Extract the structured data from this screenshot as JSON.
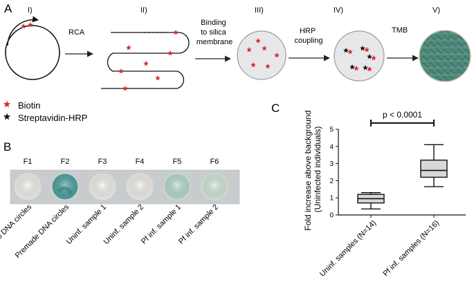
{
  "panelA": {
    "label": "A",
    "steps": [
      "I)",
      "II)",
      "III)",
      "IV)",
      "V)"
    ],
    "arrow_labels": {
      "rca": "RCA",
      "binding": [
        "Binding",
        "to silica",
        "membrane"
      ],
      "hrp": [
        "HRP",
        "coupling"
      ],
      "tmb": "TMB"
    },
    "legend": [
      {
        "text": "Biotin",
        "color": "#d62b2b",
        "icon": "star-icon"
      },
      {
        "text": "Streptavidin-HRP",
        "color": "#111111",
        "icon": "star-icon"
      }
    ],
    "colors": {
      "biotin": "#d62b2b",
      "strep": "#111111",
      "tmb_membrane": "#4f8a7c",
      "membrane": "#e7e7ea"
    }
  },
  "panelB": {
    "label": "B",
    "wells": [
      {
        "id": "F1",
        "label": "No DNA circles",
        "color": "#f3f3ef",
        "signal": "none"
      },
      {
        "id": "F2",
        "label": "Premade DNA circles",
        "color": "#4ea3a0",
        "signal": "strong"
      },
      {
        "id": "F3",
        "label": "Uninf. sample 1",
        "color": "#f4f3ee",
        "signal": "none"
      },
      {
        "id": "F4",
        "label": "Uninf. sample 2",
        "color": "#f3f2ee",
        "signal": "none"
      },
      {
        "id": "F5",
        "label": "Pf inf. sample 1",
        "color": "#b8dccf",
        "signal": "weak"
      },
      {
        "id": "F6",
        "label": "Pf inf. sample 2",
        "color": "#d3e9d9",
        "signal": "weak"
      }
    ]
  },
  "panelC": {
    "label": "C",
    "chart_data": {
      "type": "boxplot",
      "ylabel": [
        "Fold increase above background",
        "(Uninfected individuals)"
      ],
      "ylim": [
        0,
        5
      ],
      "yticks": [
        0,
        1,
        2,
        3,
        4,
        5
      ],
      "categories": [
        "Uninf. samples (N=14)",
        "Pf inf. samples (N=16)"
      ],
      "boxes": [
        {
          "name": "Uninf. samples (N=14)",
          "min": 0.35,
          "q1": 0.7,
          "median": 0.95,
          "q3": 1.2,
          "max": 1.3,
          "fill": "#d8d8d8"
        },
        {
          "name": "Pf inf. samples (N=16)",
          "min": 1.65,
          "q1": 2.2,
          "median": 2.6,
          "q3": 3.2,
          "max": 4.1,
          "fill": "#d8d8d8"
        }
      ],
      "annotation": "p < 0.0001"
    }
  }
}
